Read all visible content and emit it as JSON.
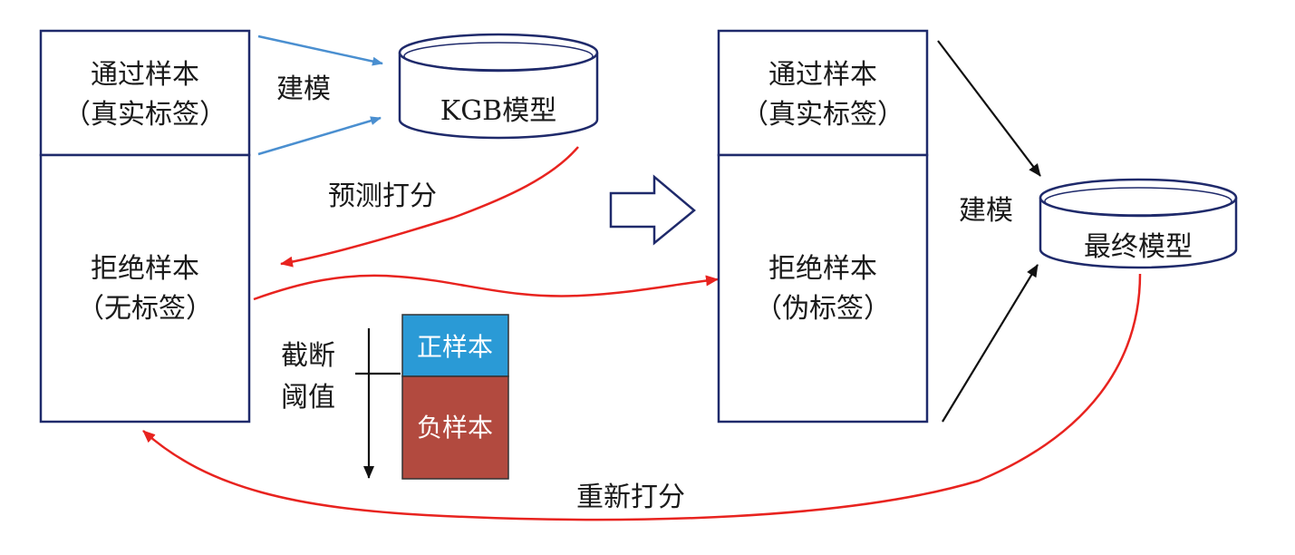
{
  "left_group": {
    "top_label_1": "通过样本",
    "top_label_2": "（真实标签）",
    "bottom_label_1": "拒绝样本",
    "bottom_label_2": "（无标签）"
  },
  "kgb_model": {
    "label": "KGB模型",
    "build_label": "建模",
    "predict_label": "预测打分"
  },
  "threshold": {
    "label_1": "截断",
    "label_2": "阈值",
    "positive_label": "正样本",
    "negative_label": "负样本",
    "positive_color": "#2a9ad6",
    "negative_color": "#b24a3f"
  },
  "right_group": {
    "top_label_1": "通过样本",
    "top_label_2": "（真实标签）",
    "bottom_label_1": "拒绝样本",
    "bottom_label_2": "（伪标签）"
  },
  "final_model": {
    "label": "最终模型",
    "build_label": "建模",
    "rescore_label": "重新打分"
  },
  "colors": {
    "box_border": "#1f2a6b",
    "blue_arrow": "#4a8fd0",
    "red_arrow": "#e8231f",
    "black_arrow": "#111111"
  }
}
